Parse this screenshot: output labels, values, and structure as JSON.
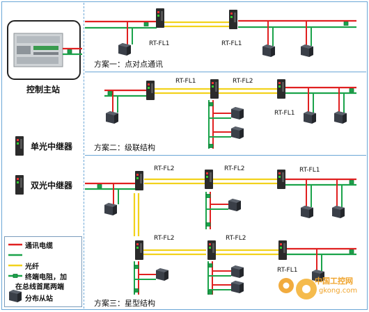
{
  "left_panel": {
    "controller_label": "控制主站",
    "single_repeater_label": "单光中继器",
    "dual_repeater_label": "双光中继器"
  },
  "schemes": {
    "scheme1": {
      "title": "方案一：点对点通讯",
      "repeater_labels": [
        "RT-FL1",
        "RT-FL1"
      ]
    },
    "scheme2": {
      "title": "方案二：级联结构",
      "repeater_labels": [
        "RT-FL1",
        "RT-FL2",
        "RT-FL1"
      ]
    },
    "scheme3": {
      "title": "方案三：星型结构",
      "repeater_labels": [
        "RT-FL2",
        "RT-FL2",
        "RT-FL1",
        "RT-FL2",
        "RT-FL2",
        "RT-FL1"
      ]
    }
  },
  "legend": {
    "comm_cable": "通讯电缆",
    "fiber": "光纤",
    "terminator_line1": "终端电阻，加",
    "terminator_line2": "在总线首尾两端",
    "slave": "分布从站"
  },
  "colors": {
    "red": "#e02020",
    "green": "#1aa34a",
    "yellow": "#f2d21c",
    "frame": "#6aa6d6"
  },
  "watermark": {
    "line1": "中国工控网",
    "line2": "gkong.com"
  }
}
